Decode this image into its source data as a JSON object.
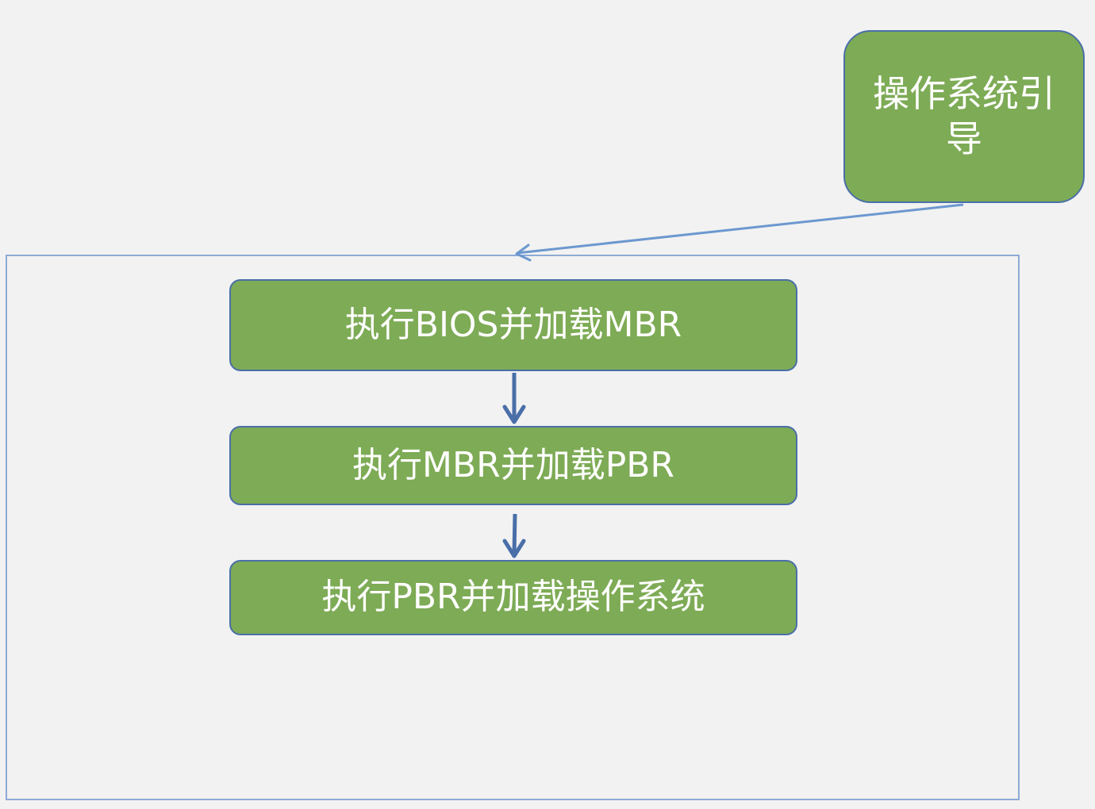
{
  "diagram": {
    "top_node": {
      "label": "操作系统引导"
    },
    "steps": [
      {
        "label": "执行BIOS并加载MBR"
      },
      {
        "label": "执行MBR并加载PBR"
      },
      {
        "label": "执行PBR并加载操作系统"
      }
    ]
  },
  "colors": {
    "background": "#f2f2f2",
    "node_fill": "#7eab56",
    "node_border": "#4a6fa8",
    "frame_border": "#8eaad6",
    "connector_top": "#6c98cf",
    "connector_steps": "#4a6fa8",
    "text": "#ffffff"
  }
}
